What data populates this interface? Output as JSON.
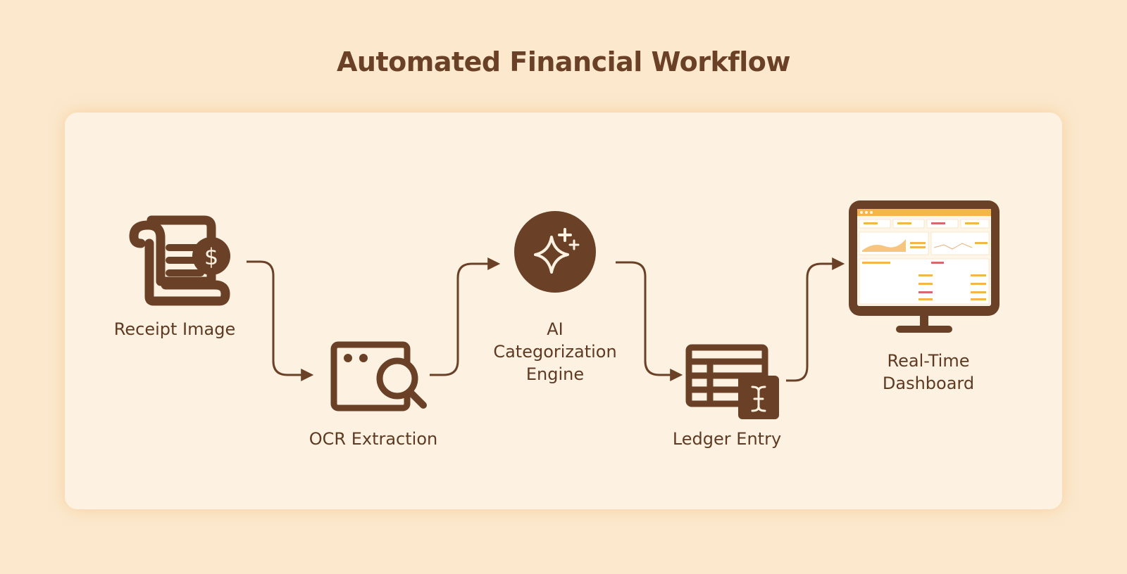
{
  "title": "Automated Financial Workflow",
  "steps": [
    {
      "label": "Receipt Image",
      "icon": "receipt-dollar-icon"
    },
    {
      "label": "OCR Extraction",
      "icon": "ocr-window-search-icon"
    },
    {
      "label": "AI\nCategorization\nEngine",
      "icon": "ai-sparkle-icon"
    },
    {
      "label": "Ledger Entry",
      "icon": "ledger-table-cursor-icon"
    },
    {
      "label": "Real-Time\nDashboard",
      "icon": "monitor-dashboard-icon"
    }
  ],
  "colors": {
    "background": "#fbe8cd",
    "panel": "#fdf2e2",
    "primary": "#6a4126",
    "accent": "#f2b64a",
    "alert": "#d66a6a"
  }
}
